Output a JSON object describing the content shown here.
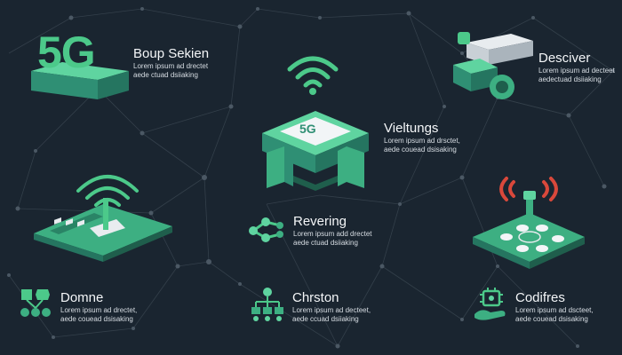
{
  "colors": {
    "background": "#1a2530",
    "accent": "#4cc98a",
    "accent_dark": "#2f8f74",
    "signal_red": "#d9483b",
    "text": "#f4f6f8"
  },
  "hero_badge": "5G",
  "chip_label": "5G",
  "features": [
    {
      "title": "Boup Sekien",
      "line1": "Lorem ipsum ad drectet",
      "line2": "aede ctuad dsiiaking"
    },
    {
      "title": "Desciver",
      "line1": "Lorem ipsum ad decteet",
      "line2": "aedectuad dsiiaking"
    },
    {
      "title": "Vieltungs",
      "line1": "Lorem ipsum ad drsctet,",
      "line2": "aede couead dsisaking"
    },
    {
      "title": "Revering",
      "line1": "Lorem ipsum add drectet",
      "line2": "aede ctuad dsiiaking"
    },
    {
      "title": "Domne",
      "line1": "Lorem ipsum ad drectet,",
      "line2": "aede couead dsisaking"
    },
    {
      "title": "Chrston",
      "line1": "Lorem ipsum ad decteet,",
      "line2": "aede ccuad dsiiaking"
    },
    {
      "title": "Codifres",
      "line1": "Lorem ipsum ad dscteet,",
      "line2": "aede couead dsisaking"
    }
  ],
  "icons": [
    "5g-platform-icon",
    "robotic-device-icon",
    "wifi-signal-icon",
    "5g-chip-icon",
    "router-icon",
    "network-nodes-icon",
    "sensor-grid-icon",
    "module-nodes-icon",
    "hierarchy-icon",
    "circuit-hand-icon"
  ]
}
